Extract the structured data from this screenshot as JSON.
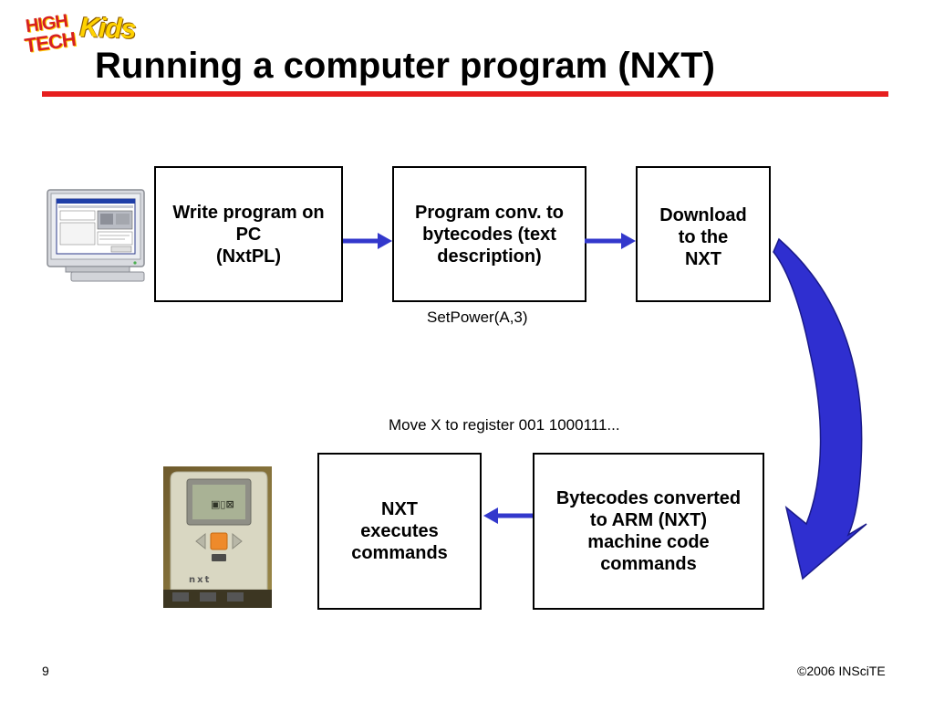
{
  "logo": {
    "line1": "HIGH",
    "line2": "TECH",
    "line3": "Kids"
  },
  "title": "Running a computer program (NXT)",
  "boxes": {
    "write": "Write program on\nPC\n(NxtPL)",
    "convert": "Program conv. to\nbytecodes (text\ndescription)",
    "download": "Download\nto the\nNXT",
    "bytecodes": "Bytecodes converted\nto ARM (NXT)\nmachine code\ncommands",
    "execute": "NXT\nexecutes\ncommands"
  },
  "labels": {
    "setpower": "SetPower(A,3)",
    "move": "Move X to register 001 1000111..."
  },
  "footer": {
    "page_number": "9",
    "copyright": "©2006 INSciTE"
  },
  "nxt_brick_label": "nxt",
  "colors": {
    "arrow_blue": "#3338cc",
    "curved_arrow_blue": "#2f2fd0",
    "title_rule_red": "#e61e1e"
  }
}
